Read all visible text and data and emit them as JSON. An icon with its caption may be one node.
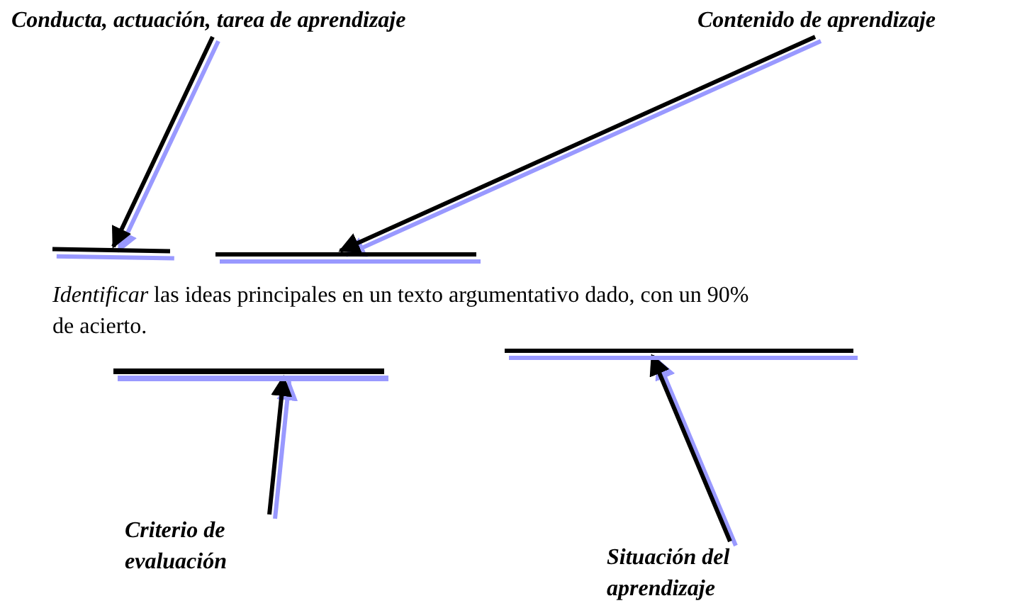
{
  "diagram": {
    "nodes": [
      {
        "text": [
          "Conducta, actuación, tarea de aprendizaje"
        ]
      },
      {
        "text": [
          "Contenido de aprendizaje"
        ]
      },
      {
        "text": [],
        "shape": "bar"
      },
      {
        "text": [],
        "shape": "bar"
      },
      {
        "text": [
          "Criterio de evaluación"
        ]
      },
      {
        "text": [
          "Situación del aprendizaje"
        ]
      },
      {
        "text": [],
        "shape": "bar"
      },
      {
        "text": [],
        "shape": "bar"
      }
    ],
    "edges": [
      {
        "from": 0,
        "to": 2,
        "arrow": "to"
      },
      {
        "from": 1,
        "to": 3,
        "arrow": "to"
      },
      {
        "from": 4,
        "to": 6,
        "arrow": "to"
      },
      {
        "from": 5,
        "to": 7,
        "arrow": "to"
      }
    ],
    "labels": [
      "*Identificar* las ideas principales en un texto argumentativo dado, con un 90% de acierto."
    ]
  }
}
